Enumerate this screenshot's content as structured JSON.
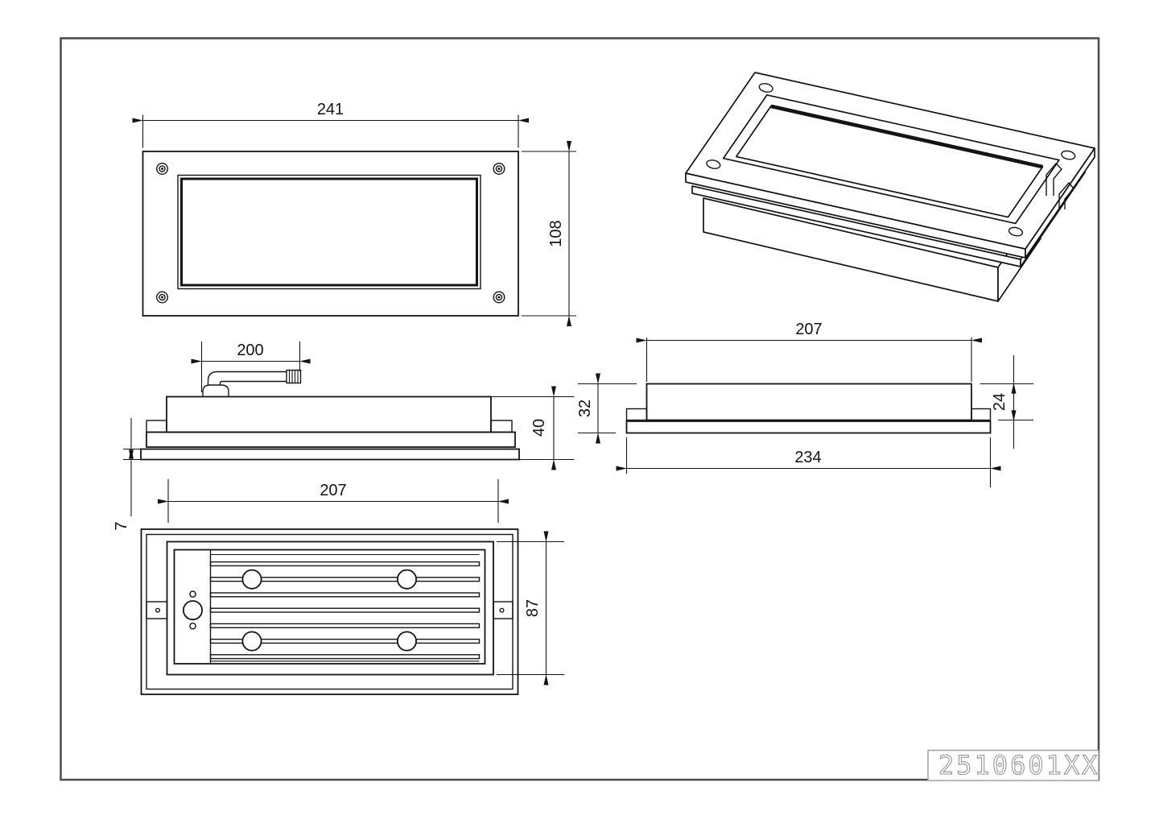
{
  "title_block": {
    "part_number": "2510601XX"
  },
  "dimensions": {
    "front_width": "241",
    "front_height": "108",
    "cable_length": "200",
    "side_height": "40",
    "frame_thickness": "7",
    "back_width": "207",
    "back_height": "87",
    "end_body_width": "207",
    "end_height_overall": "32",
    "end_height_to_flange": "24",
    "end_flange_width": "234"
  },
  "colors": {
    "line": "#141414",
    "border": "#4a4a4a",
    "muted": "#8f9296"
  }
}
